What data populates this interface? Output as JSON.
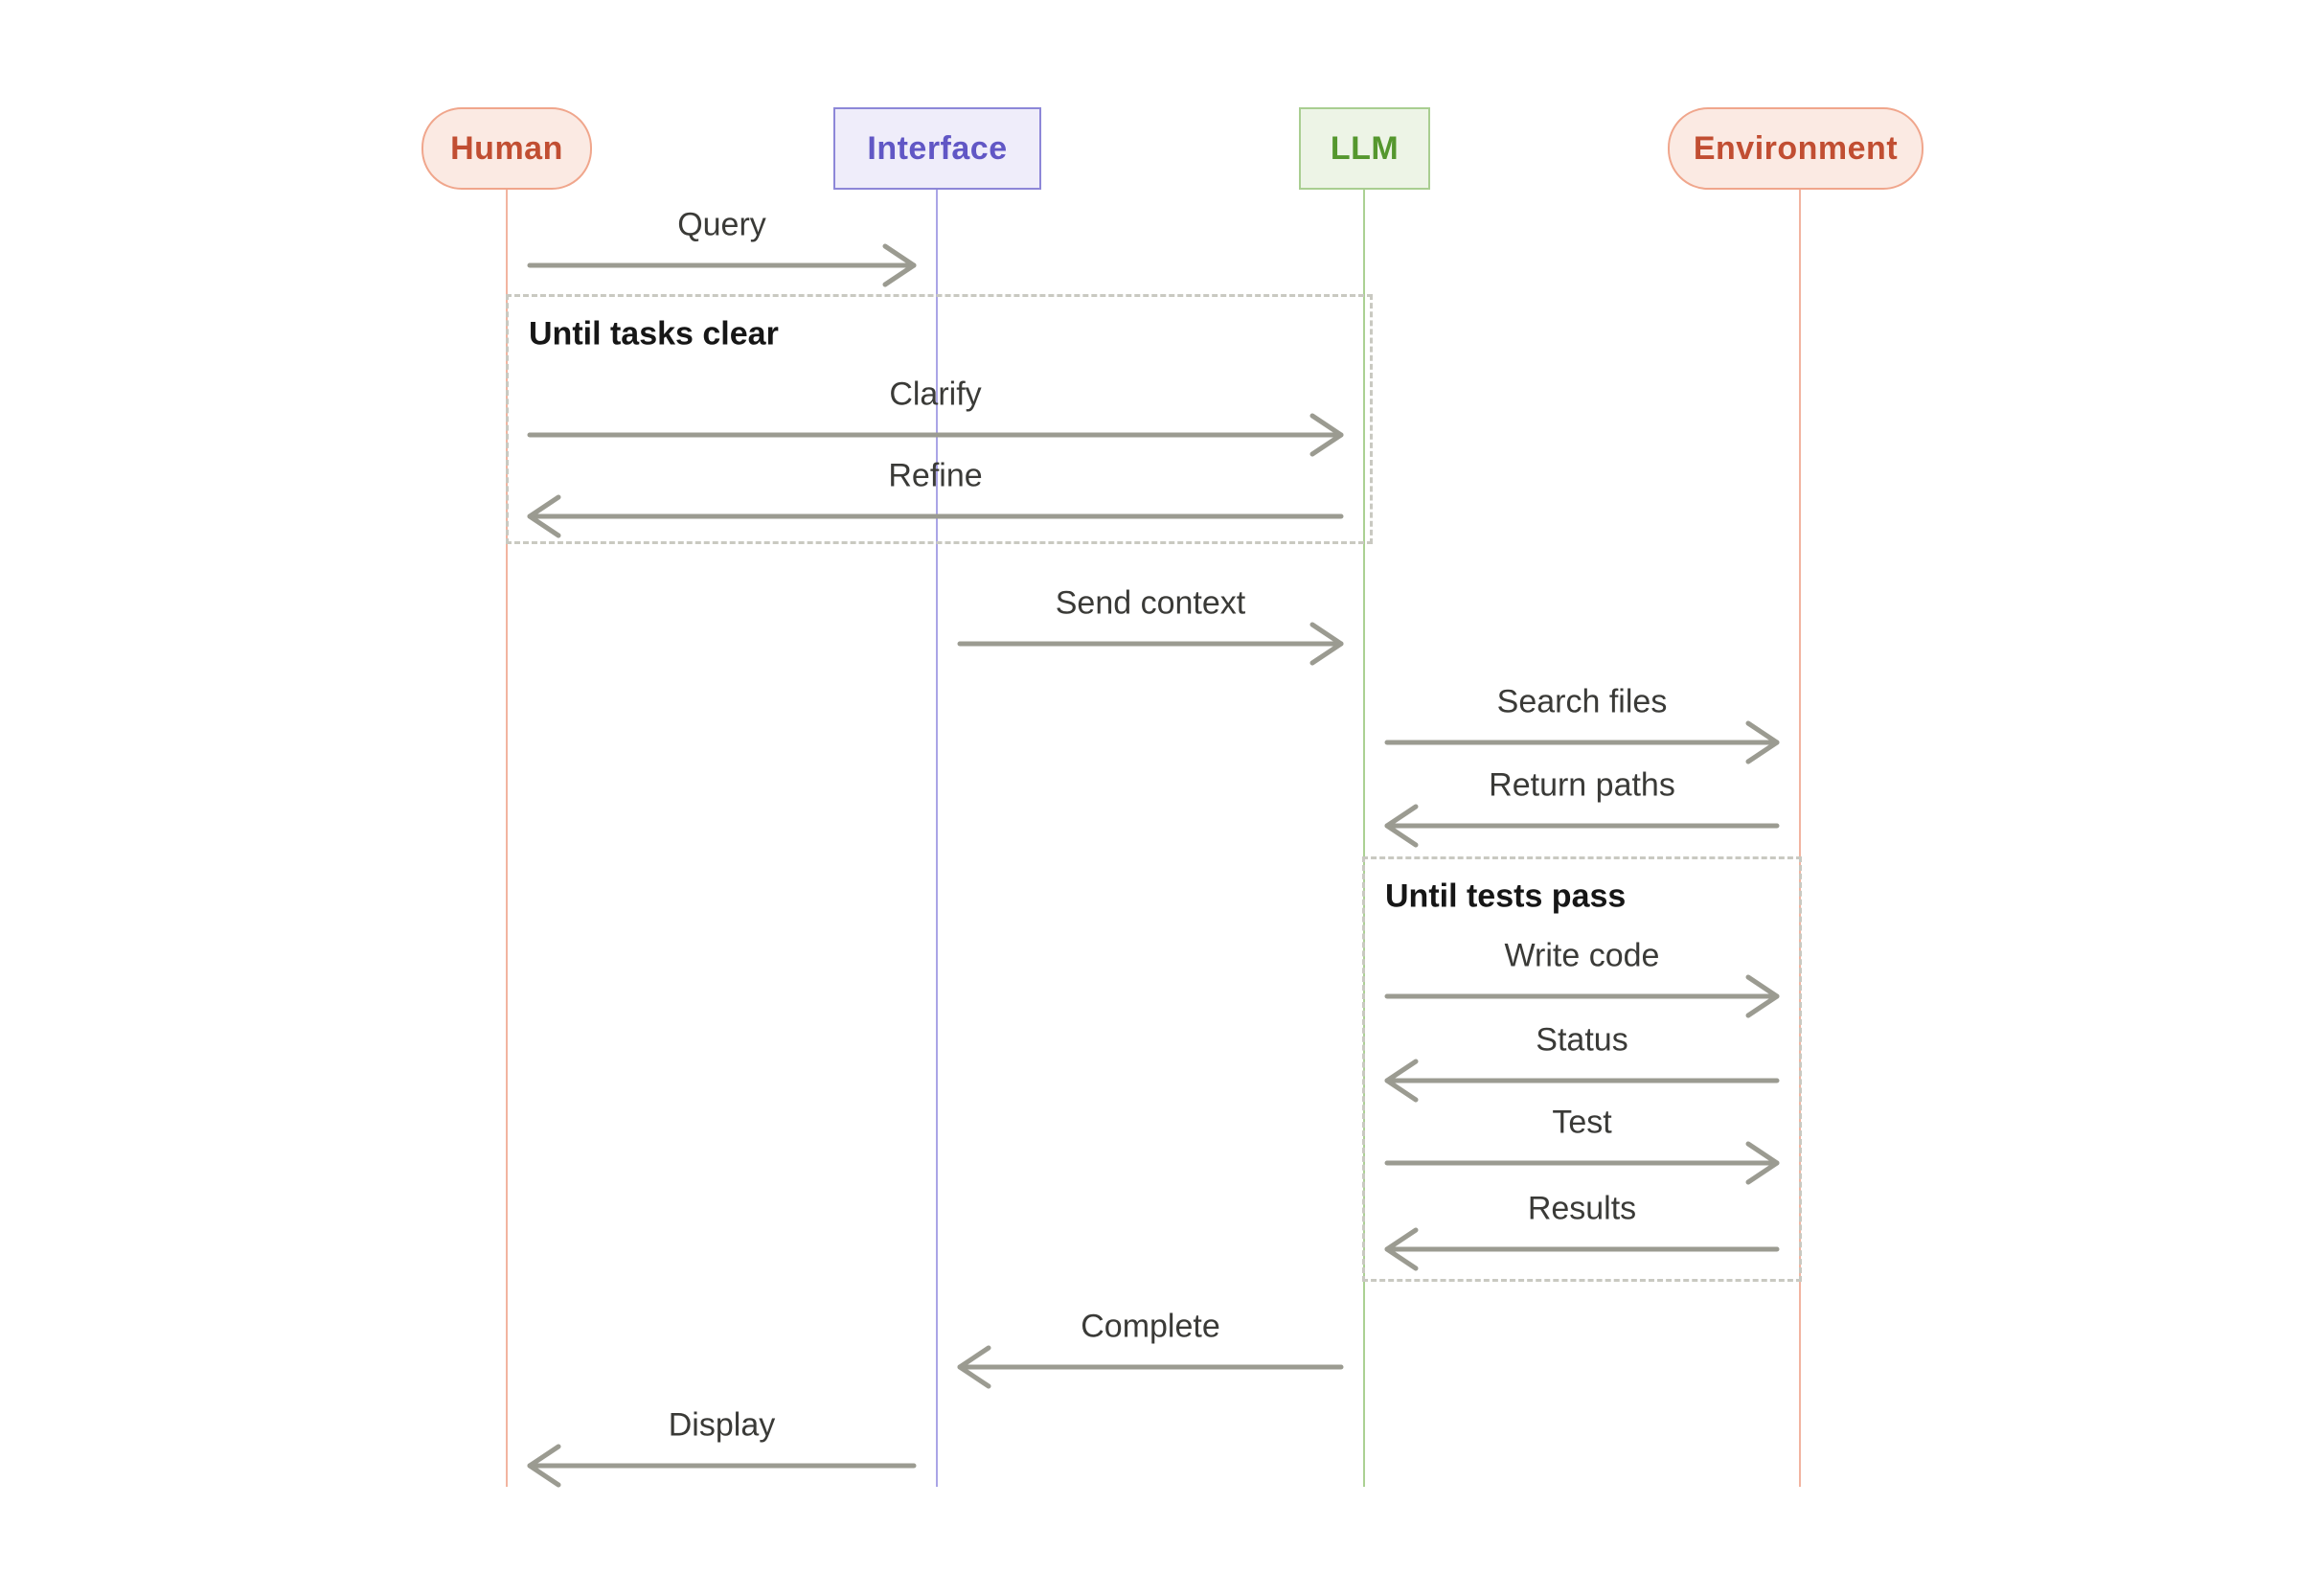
{
  "diagram": {
    "type": "sequence-diagram",
    "actors": [
      {
        "id": "human",
        "label": "Human",
        "shape": "pill",
        "theme": "salmon"
      },
      {
        "id": "interface",
        "label": "Interface",
        "shape": "rect",
        "theme": "purple"
      },
      {
        "id": "llm",
        "label": "LLM",
        "shape": "rect",
        "theme": "green"
      },
      {
        "id": "environment",
        "label": "Environment",
        "shape": "pill",
        "theme": "salmon"
      }
    ],
    "loops": [
      {
        "id": "until_tasks_clear",
        "title": "Until tasks clear"
      },
      {
        "id": "until_tests_pass",
        "title": "Until tests pass"
      }
    ],
    "messages": [
      {
        "id": "query",
        "label": "Query",
        "from": "human",
        "to": "interface"
      },
      {
        "id": "clarify",
        "label": "Clarify",
        "from": "human",
        "to": "llm",
        "loop": "until_tasks_clear"
      },
      {
        "id": "refine",
        "label": "Refine",
        "from": "llm",
        "to": "human",
        "loop": "until_tasks_clear"
      },
      {
        "id": "send_context",
        "label": "Send context",
        "from": "interface",
        "to": "llm"
      },
      {
        "id": "search_files",
        "label": "Search files",
        "from": "llm",
        "to": "environment"
      },
      {
        "id": "return_paths",
        "label": "Return paths",
        "from": "environment",
        "to": "llm"
      },
      {
        "id": "write_code",
        "label": "Write code",
        "from": "llm",
        "to": "environment",
        "loop": "until_tests_pass"
      },
      {
        "id": "status",
        "label": "Status",
        "from": "environment",
        "to": "llm",
        "loop": "until_tests_pass"
      },
      {
        "id": "test",
        "label": "Test",
        "from": "llm",
        "to": "environment",
        "loop": "until_tests_pass"
      },
      {
        "id": "results",
        "label": "Results",
        "from": "environment",
        "to": "llm",
        "loop": "until_tests_pass"
      },
      {
        "id": "complete",
        "label": "Complete",
        "from": "llm",
        "to": "interface"
      },
      {
        "id": "display",
        "label": "Display",
        "from": "interface",
        "to": "human"
      }
    ],
    "colors": {
      "background": "#ffffff",
      "salmon_fill": "#fbeae3",
      "salmon_border": "#f0a68c",
      "salmon_text": "#c14e32",
      "salmon_line": "#f2b4a0",
      "purple_fill": "#efedfa",
      "purple_border": "#8d87d8",
      "purple_text": "#6157c5",
      "purple_line": "#aaa5e6",
      "green_fill": "#edf4e6",
      "green_border": "#a9ce91",
      "green_text": "#55972e",
      "green_line": "#abd193",
      "arrow": "#9b9b91",
      "label_text": "#3a3a37",
      "loop_title": "#161616",
      "loop_border": "#c9c9c1"
    }
  }
}
